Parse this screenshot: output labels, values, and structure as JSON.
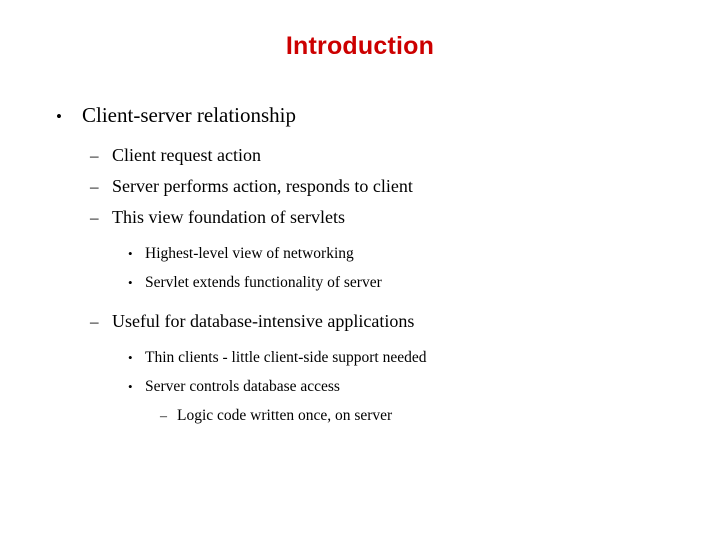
{
  "slide": {
    "title": "Introduction",
    "title_color": "#cc0000",
    "background_color": "#ffffff",
    "text_color": "#000000",
    "bullet_glyphs": {
      "round": "•",
      "dash": "–"
    },
    "outline": [
      {
        "level": 1,
        "bullet": "•",
        "text": "Client-server relationship"
      },
      {
        "level": 2,
        "bullet": "–",
        "text": "Client request action"
      },
      {
        "level": 2,
        "bullet": "–",
        "text": "Server performs action, responds to client"
      },
      {
        "level": 2,
        "bullet": "–",
        "text": "This view foundation of servlets"
      },
      {
        "level": 3,
        "bullet": "•",
        "text": "Highest-level view of networking"
      },
      {
        "level": 3,
        "bullet": "•",
        "text": "Servlet extends functionality of server"
      },
      {
        "level": 2,
        "bullet": "–",
        "text": "Useful for database-intensive applications"
      },
      {
        "level": 3,
        "bullet": "•",
        "text": "Thin clients - little client-side support needed"
      },
      {
        "level": 3,
        "bullet": "•",
        "text": "Server controls database access"
      },
      {
        "level": 4,
        "bullet": "–",
        "text": "Logic code written once, on server"
      }
    ]
  }
}
